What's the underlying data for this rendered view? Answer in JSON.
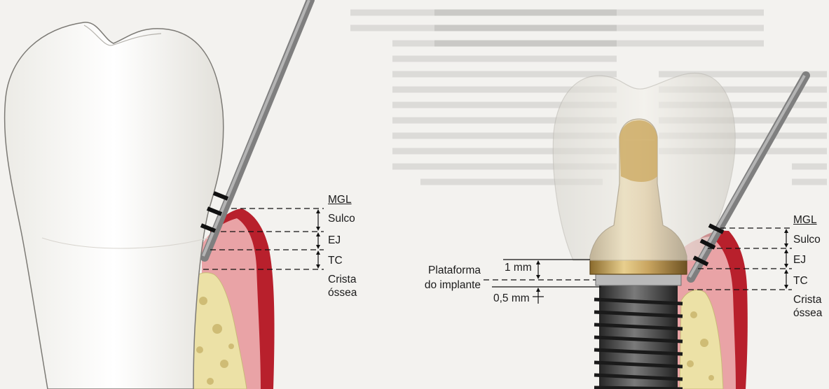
{
  "colors": {
    "page_background": "#f3f2ef",
    "gingiva": "#b8202c",
    "gingiva_light": "#e9a3a6",
    "bone": "#ece1a6",
    "enamel": "#f8f7f3",
    "probe": "#8e8e8e",
    "abutment_gold": "#c9a560",
    "implant_body": "#4a4a4a"
  },
  "natural_tooth": {
    "labels": {
      "mgl": "MGL",
      "sulco": "Sulco",
      "ej": "EJ",
      "tc": "TC",
      "crista_line1": "Crista",
      "crista_line2": "óssea"
    }
  },
  "implant": {
    "labels": {
      "mgl": "MGL",
      "sulco": "Sulco",
      "ej": "EJ",
      "tc": "TC",
      "crista_line1": "Crista",
      "crista_line2": "óssea",
      "plataforma_line1": "Plataforma",
      "plataforma_line2": "do implante",
      "dim_1mm": "1 mm",
      "dim_05mm": "0,5 mm"
    }
  }
}
